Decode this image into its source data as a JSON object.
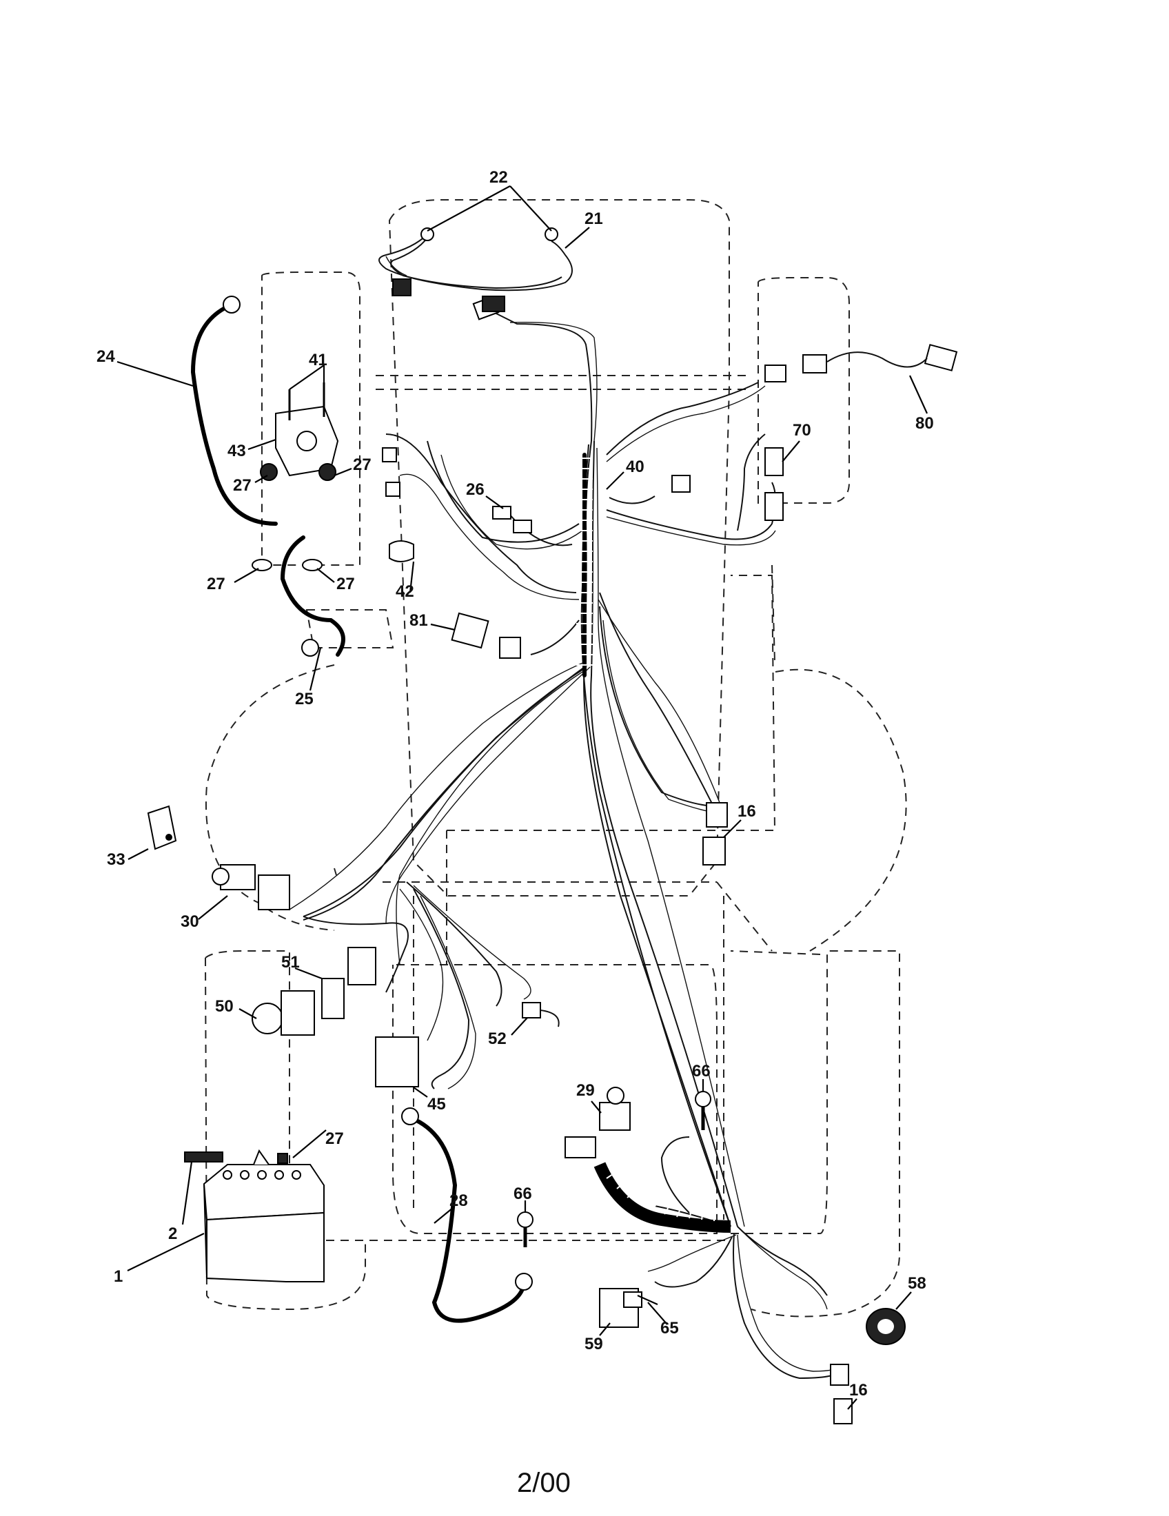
{
  "diagram": {
    "callouts": [
      "22",
      "21",
      "24",
      "41",
      "43",
      "27",
      "27",
      "27",
      "27",
      "27",
      "40",
      "26",
      "70",
      "80",
      "42",
      "81",
      "25",
      "16",
      "33",
      "30",
      "51",
      "50",
      "52",
      "45",
      "29",
      "66",
      "66",
      "28",
      "2",
      "1",
      "58",
      "65",
      "59",
      "16"
    ],
    "footer": "2/00"
  }
}
